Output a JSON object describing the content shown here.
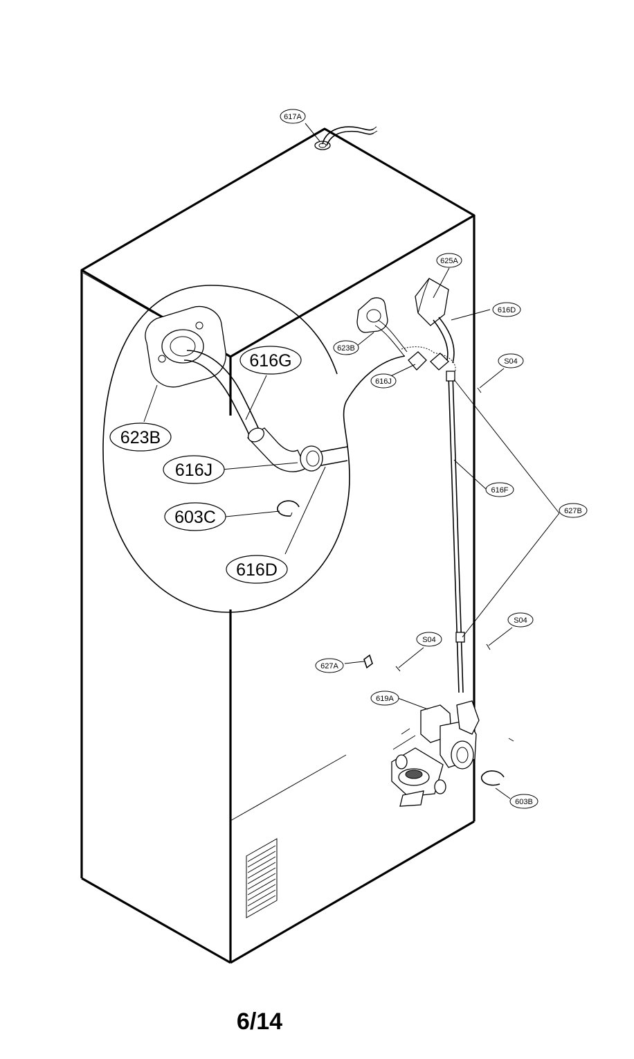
{
  "labels": {
    "617A": "617A",
    "625A": "625A",
    "616D": "616D",
    "623B": "623B",
    "616J": "616J",
    "S04": "S04",
    "616F": "616F",
    "627B": "627B",
    "627A": "627A",
    "619A": "619A",
    "603B": "603B",
    "616G": "616G",
    "603C": "603C"
  },
  "page_number": "6/14"
}
